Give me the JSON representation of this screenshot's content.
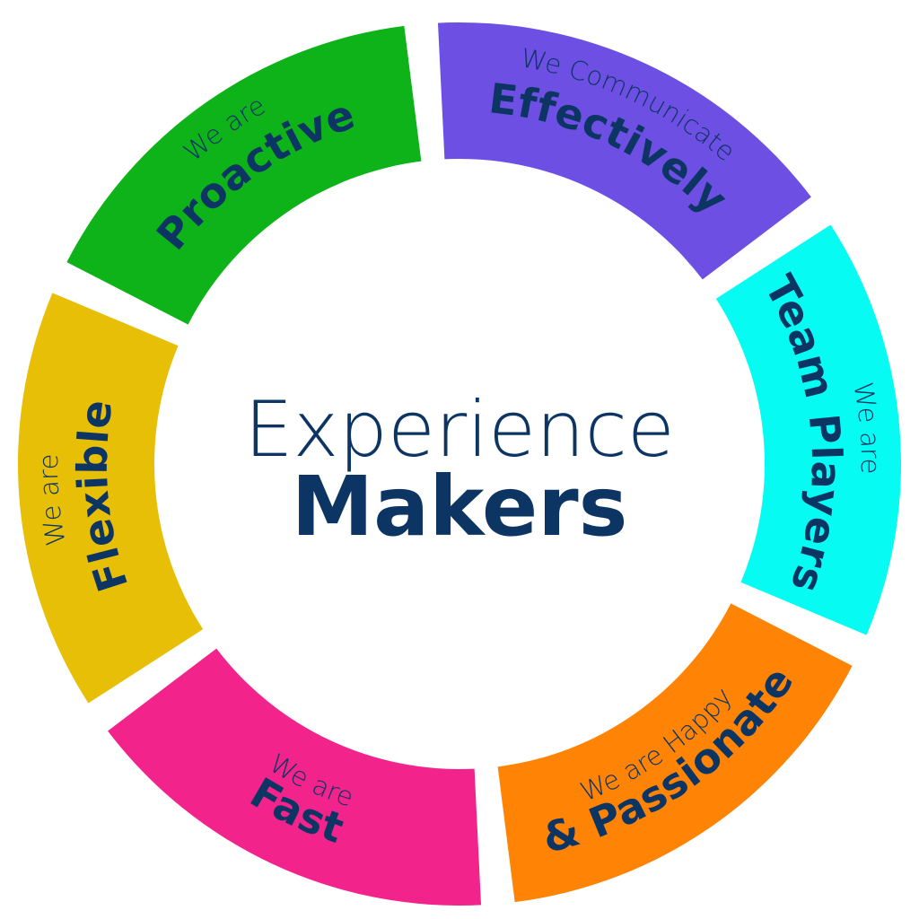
{
  "center": {
    "line1": "Experience",
    "line2": "Makers",
    "color": "#0d3564"
  },
  "text_color": "#0d3564",
  "segments": [
    {
      "id": "proactive",
      "intro": "We are",
      "value": "Proactive",
      "color": "#0db319"
    },
    {
      "id": "effectively",
      "intro": "We Communicate",
      "value": "Effectively",
      "color": "#6d4fe3"
    },
    {
      "id": "team-players",
      "intro": "We are",
      "value": "Team Players",
      "color": "#06fcf2"
    },
    {
      "id": "passionate",
      "intro": "We are Happy",
      "value": "& Passionate",
      "color": "#ff8405"
    },
    {
      "id": "fast",
      "intro": "We are",
      "value": "Fast",
      "color": "#f2238b"
    },
    {
      "id": "flexible",
      "intro": "We are",
      "value": "Flexible",
      "color": "#e8bf07"
    }
  ]
}
